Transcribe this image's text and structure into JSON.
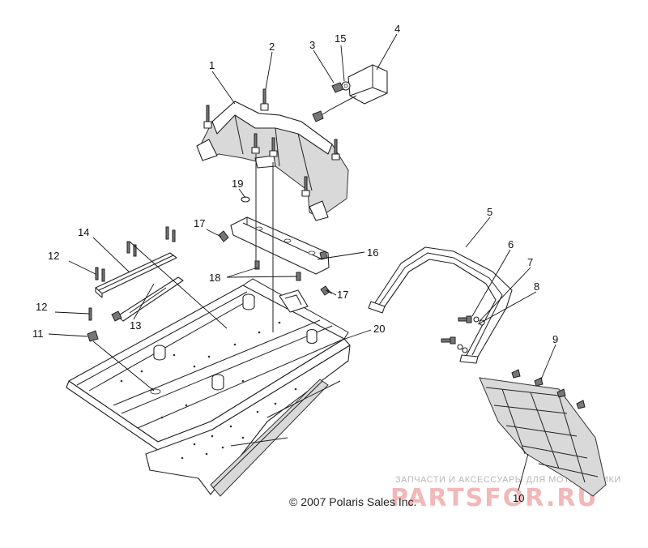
{
  "callouts": [
    {
      "id": "c1",
      "label": "1"
    },
    {
      "id": "c2",
      "label": "2"
    },
    {
      "id": "c3",
      "label": "3"
    },
    {
      "id": "c15",
      "label": "15"
    },
    {
      "id": "c4",
      "label": "4"
    },
    {
      "id": "c19",
      "label": "19"
    },
    {
      "id": "c17a",
      "label": "17"
    },
    {
      "id": "c14",
      "label": "14"
    },
    {
      "id": "c12a",
      "label": "12"
    },
    {
      "id": "c16",
      "label": "16"
    },
    {
      "id": "c18",
      "label": "18"
    },
    {
      "id": "c17b",
      "label": "17"
    },
    {
      "id": "c12b",
      "label": "12"
    },
    {
      "id": "c13",
      "label": "13"
    },
    {
      "id": "c11",
      "label": "11"
    },
    {
      "id": "c20",
      "label": "20"
    },
    {
      "id": "c5",
      "label": "5"
    },
    {
      "id": "c6",
      "label": "6"
    },
    {
      "id": "c7",
      "label": "7"
    },
    {
      "id": "c8",
      "label": "8"
    },
    {
      "id": "c9",
      "label": "9"
    },
    {
      "id": "c10",
      "label": "10"
    }
  ],
  "copyright": "© 2007 Polaris Sales Inc.",
  "watermark": {
    "top_line": "ЗАПЧАСТИ И АКСЕССУАРЫ ДЛЯ МОТОТЕХНИКИ",
    "logo_text": "PARTSFOR.RU"
  }
}
